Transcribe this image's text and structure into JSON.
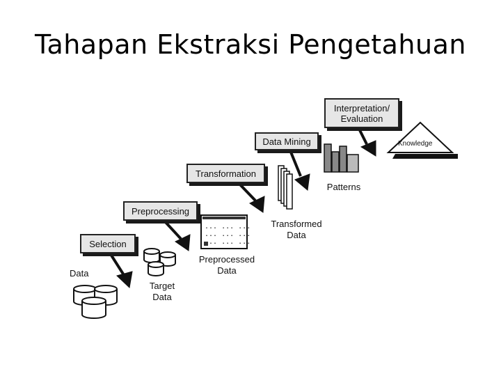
{
  "title": "Tahapan Ekstraksi Pengetahuan",
  "stages": {
    "selection": "Selection",
    "preprocessing": "Preprocessing",
    "transformation": "Transformation",
    "data_mining": "Data Mining",
    "interpretation": "Interpretation/\nEvaluation"
  },
  "artifacts": {
    "data": "Data",
    "target_data": "Target\nData",
    "preprocessed_data": "Preprocessed\nData",
    "transformed_data": "Transformed\nData",
    "patterns": "Patterns",
    "knowledge": "Knowledge"
  },
  "table_rows": [
    "... ... ...",
    "... ... ...",
    "... ... ..."
  ]
}
